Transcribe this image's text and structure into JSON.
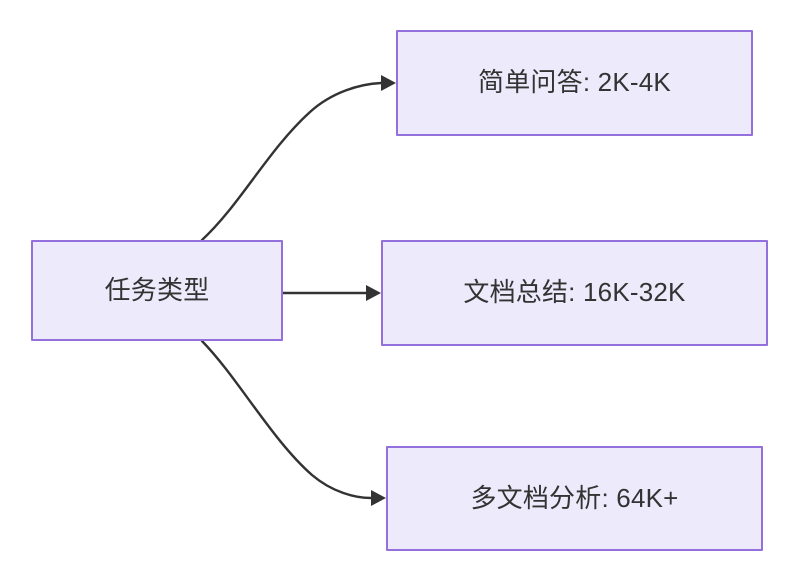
{
  "diagram": {
    "type": "flowchart",
    "direction": "left-to-right",
    "title": "",
    "background_color": "#ffffff",
    "node_fill_color": "#ECEAFB",
    "node_border_color": "#9370DB",
    "node_text_color": "#333333",
    "edge_color": "#333333",
    "root": {
      "id": "root",
      "label": "任务类型"
    },
    "branches": [
      {
        "id": "simple-qa",
        "label": "简单问答: 2K-4K",
        "task": "简单问答",
        "context_length": "2K-4K",
        "edge_style": "curved"
      },
      {
        "id": "doc-summary",
        "label": "文档总结: 16K-32K",
        "task": "文档总结",
        "context_length": "16K-32K",
        "edge_style": "straight"
      },
      {
        "id": "multi-doc",
        "label": "多文档分析: 64K+",
        "task": "多文档分析",
        "context_length": "64K+",
        "edge_style": "curved"
      }
    ]
  }
}
